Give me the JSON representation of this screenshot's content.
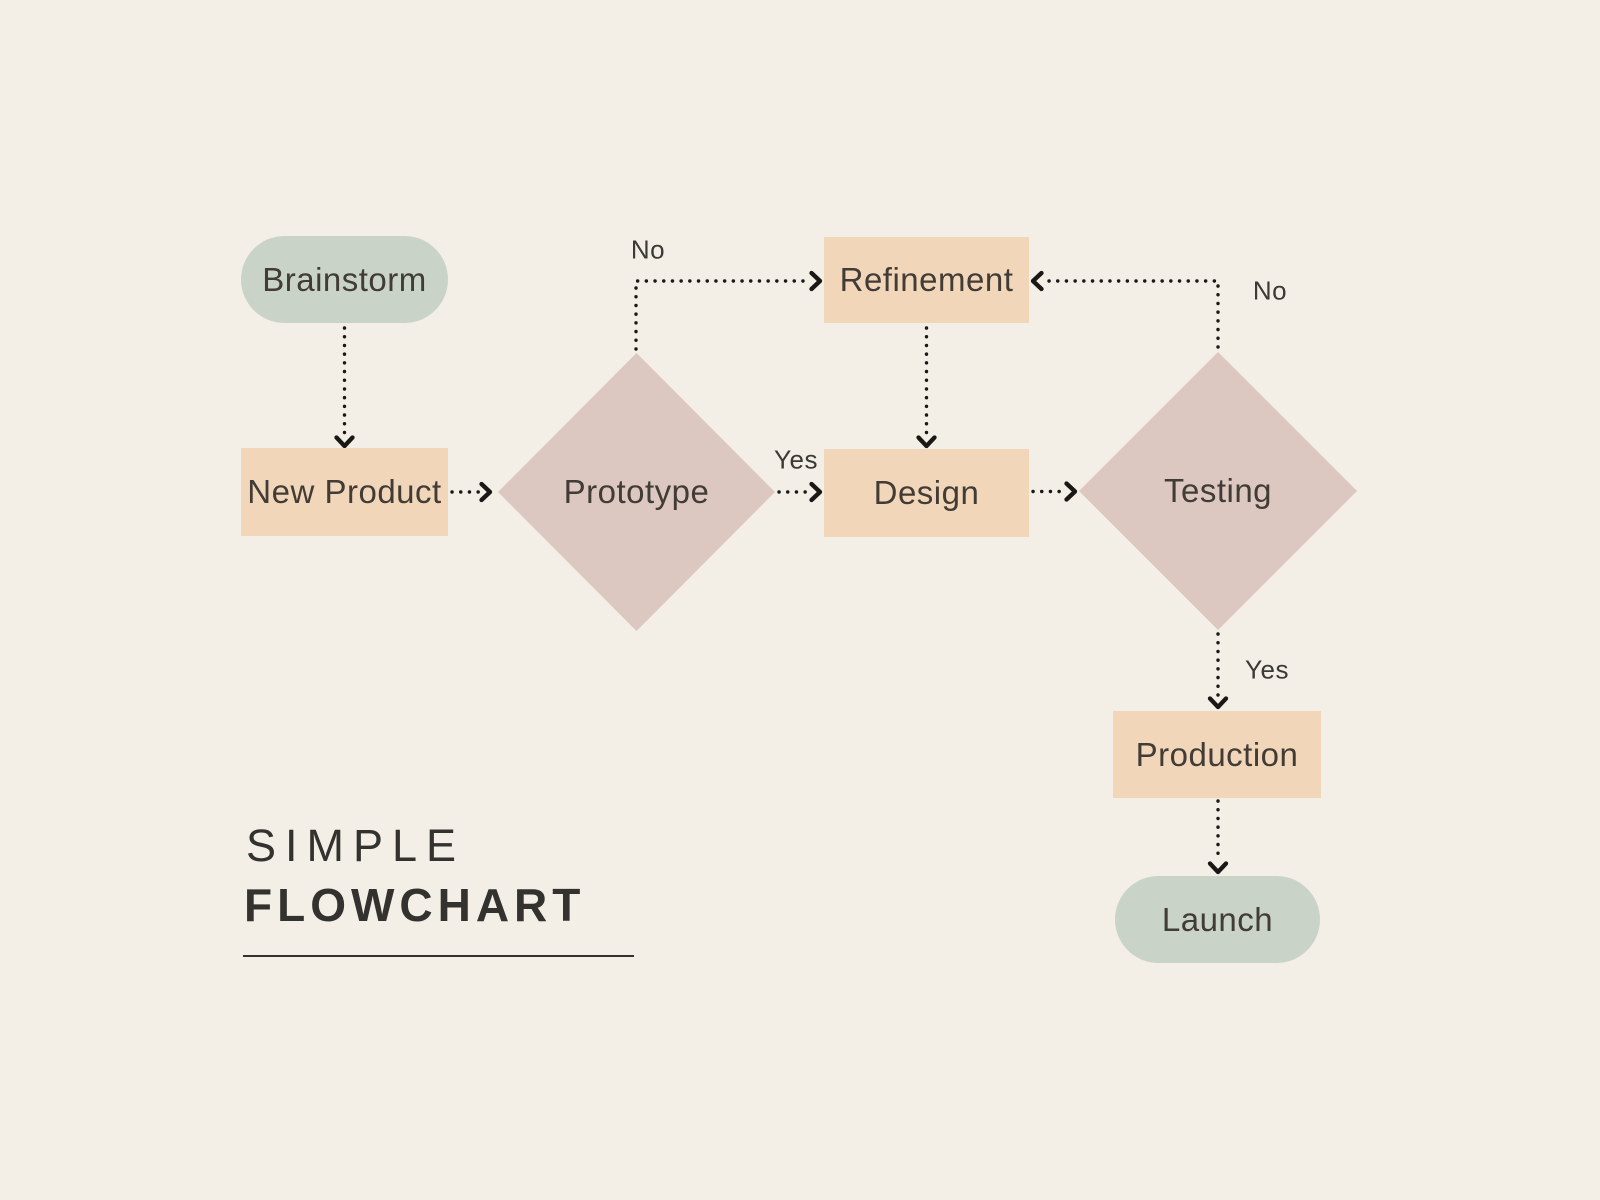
{
  "title": {
    "line1": "SIMPLE",
    "line2": "FLOWCHART"
  },
  "nodes": {
    "brainstorm": {
      "label": "Brainstorm",
      "type": "terminator-start"
    },
    "new_product": {
      "label": "New Product",
      "type": "process"
    },
    "prototype": {
      "label": "Prototype",
      "type": "decision"
    },
    "refinement": {
      "label": "Refinement",
      "type": "process"
    },
    "design": {
      "label": "Design",
      "type": "process"
    },
    "testing": {
      "label": "Testing",
      "type": "decision"
    },
    "production": {
      "label": "Production",
      "type": "process"
    },
    "launch": {
      "label": "Launch",
      "type": "terminator-end"
    }
  },
  "edge_labels": {
    "prototype_no": "No",
    "prototype_yes": "Yes",
    "testing_no": "No",
    "testing_yes": "Yes"
  },
  "edges": [
    {
      "from": "Brainstorm",
      "to": "New Product",
      "label": ""
    },
    {
      "from": "New Product",
      "to": "Prototype",
      "label": ""
    },
    {
      "from": "Prototype",
      "to": "Refinement",
      "label": "No"
    },
    {
      "from": "Prototype",
      "to": "Design",
      "label": "Yes"
    },
    {
      "from": "Refinement",
      "to": "Design",
      "label": ""
    },
    {
      "from": "Design",
      "to": "Testing",
      "label": ""
    },
    {
      "from": "Testing",
      "to": "Refinement",
      "label": "No"
    },
    {
      "from": "Testing",
      "to": "Production",
      "label": "Yes"
    },
    {
      "from": "Production",
      "to": "Launch",
      "label": ""
    }
  ],
  "colors": {
    "background": "#f3eee6",
    "terminator_fill": "#c9d3c8",
    "process_fill": "#f2d6ba",
    "decision_fill": "#dcc8c0",
    "node_text": "#413c35",
    "connector": "#191815",
    "title_text": "#33322e"
  }
}
